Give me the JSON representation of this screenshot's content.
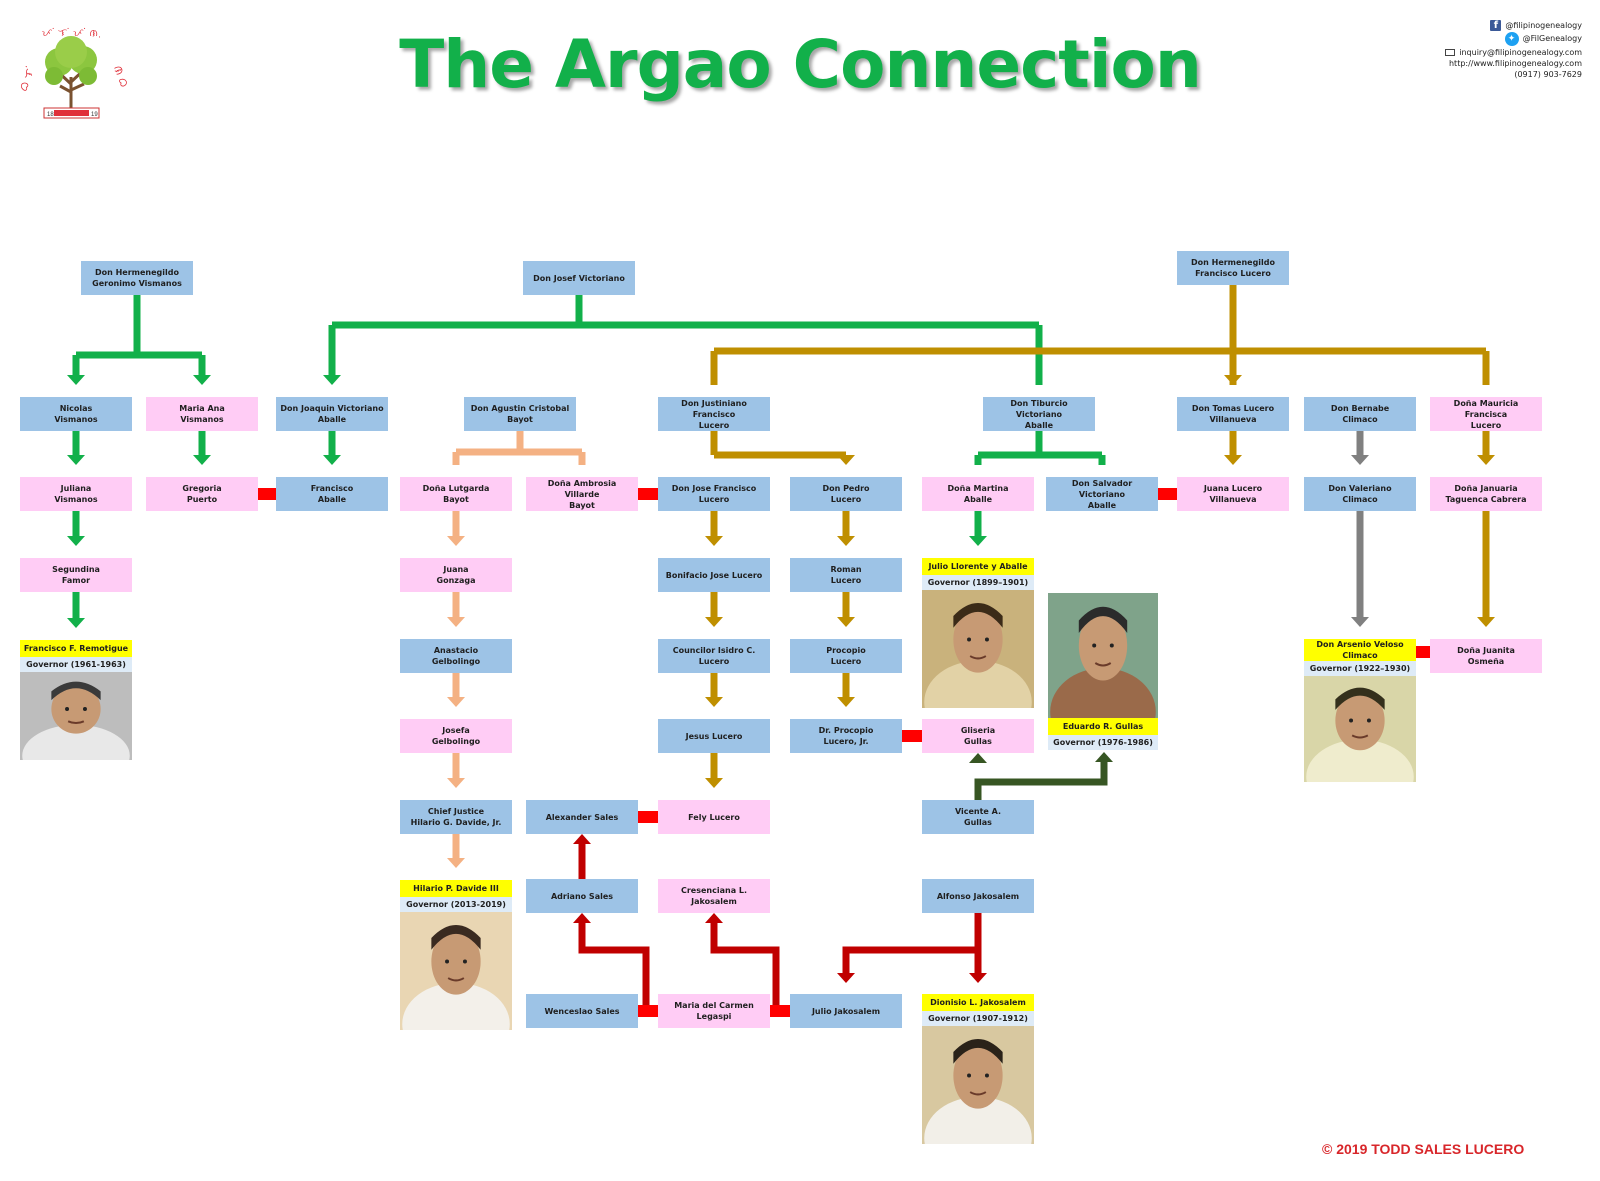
{
  "title": "The Argao Connection",
  "copyright": "© 2019 TODD SALES LUCERO",
  "contact": {
    "facebook": "@filipinogenealogy",
    "twitter": "@FilGenealogy",
    "email": "inquiry@filipinogenealogy.com",
    "website": "http://www.filipinogenealogy.com",
    "phone": "(0917) 903-7629"
  },
  "logo": {
    "icon": "family-tree-logo-icon",
    "left_year": "18",
    "right_year": "19"
  },
  "colors": {
    "blue": "#9dc3e6",
    "pink": "#ffccf5",
    "green": "#12b04a",
    "gold": "#bf8f00",
    "peach": "#f4b183",
    "grey": "#808080",
    "red": "#c00000",
    "darkgreen": "#375623",
    "marriage": "#ff0000",
    "highlight": "#ffff00"
  },
  "people": {
    "hermenegildo_vismanos": "Don Hermenegildo\nGeronimo Vismanos",
    "josef_victoriano": "Don Josef Victoriano",
    "hermenegildo_lucero": "Don Hermenegildo\nFrancisco Lucero",
    "nicolas_vismanos": "Nicolas\nVismanos",
    "maria_ana_vismanos": "Maria Ana\nVismanos",
    "joaquin_aballe": "Don Joaquin Victoriano\nAballe",
    "agustin_bayot": "Don Agustin Cristobal\nBayot",
    "justiniano_lucero": "Don Justiniano\nFrancisco\nLucero",
    "tiburcio_aballe": "Don Tiburcio Victoriano\nAballe",
    "tomas_villanueva": "Don Tomas Lucero\nVillanueva",
    "bernabe_climaco": "Don Bernabe\nClimaco",
    "mauricia_lucero": "Doña Mauricia\nFrancisca\nLucero",
    "juliana_vismanos": "Juliana\nVismanos",
    "gregoria_puerto": "Gregoria\nPuerto",
    "francisco_aballe": "Francisco\nAballe",
    "lutgarda_bayot": "Doña Lutgarda\nBayot",
    "ambrosia_bayot": "Doña Ambrosia Villarde\nBayot",
    "jose_lucero": "Don Jose Francisco\nLucero",
    "pedro_lucero": "Don Pedro\nLucero",
    "martina_aballe": "Doña Martina\nAballe",
    "salvador_aballe": "Don Salvador\nVictoriano\nAballe",
    "juana_villanueva": "Juana Lucero\nVillanueva",
    "valeriano_climaco": "Don Valeriano\nClimaco",
    "januaria_cabrera": "Doña Januaria\nTaguenca Cabrera",
    "segundina_famor": "Segundina\nFamor",
    "juana_gonzaga": "Juana\nGonzaga",
    "bonifacio_lucero": "Bonifacio Jose Lucero",
    "roman_lucero": "Roman\nLucero",
    "anastacio_gelbolingo": "Anastacio\nGelbolingo",
    "isidro_lucero": "Councilor Isidro C.\nLucero",
    "procopio_lucero": "Procopio\nLucero",
    "josefa_gelbolingo": "Josefa\nGelbolingo",
    "jesus_lucero": "Jesus Lucero",
    "procopio_jr": "Dr. Procopio\nLucero, Jr.",
    "gliseria_gullas": "Gliseria\nGullas",
    "hilario_davide_jr": "Chief Justice\nHilario G. Davide, Jr.",
    "alexander_sales": "Alexander Sales",
    "fely_lucero": "Fely Lucero",
    "vicente_gullas": "Vicente A.\nGullas",
    "adriano_sales": "Adriano Sales",
    "cresenciana_jakosalem": "Cresenciana L.\nJakosalem",
    "alfonso_jakosalem": "Alfonso Jakosalem",
    "wenceslao_sales": "Wenceslao Sales",
    "maria_legaspi": "Maria del Carmen\nLegaspi",
    "julio_jakosalem": "Julio Jakosalem",
    "juanita_osmena": "Doña Juanita\nOsmeña"
  },
  "governors": {
    "remotigue": {
      "name": "Francisco F. Remotigue",
      "term": "Governor (1961-1963)",
      "photo": "portrait-photo"
    },
    "davide3": {
      "name": "Hilario P. Davide III",
      "term": "Governor (2013-2019)",
      "photo": "portrait-photo"
    },
    "llorente": {
      "name": "Julio Llorente y Aballe",
      "term": "Governor (1899–1901)",
      "photo": "portrait-photo"
    },
    "gullas": {
      "name": "Eduardo R. Gullas",
      "term": "Governor (1976-1986)",
      "photo": "portrait-photo"
    },
    "climaco": {
      "name": "Don Arsenio Veloso\nClimaco",
      "term": "Governor (1922–1930)",
      "photo": "portrait-photo"
    },
    "jakosalem": {
      "name": "Dionisio L. Jakosalem",
      "term": "Governor (1907-1912)",
      "photo": "portrait-photo"
    }
  }
}
